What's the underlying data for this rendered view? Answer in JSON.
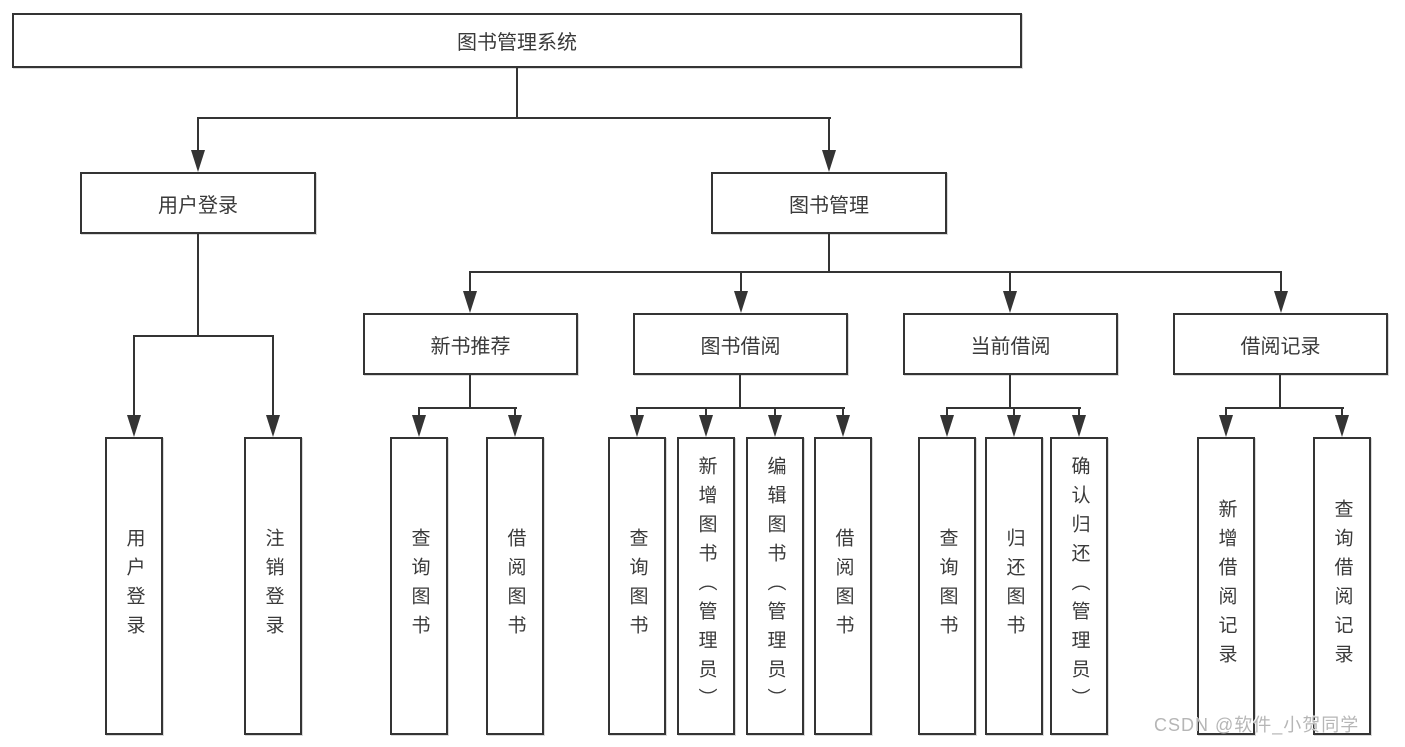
{
  "diagram": {
    "root": {
      "label": "图书管理系统"
    },
    "user_login": {
      "label": "用户登录",
      "children": [
        {
          "label": "用户登录"
        },
        {
          "label": "注销登录"
        }
      ]
    },
    "book_management": {
      "label": "图书管理",
      "sections": [
        {
          "label": "新书推荐",
          "children": [
            {
              "label": "查询图书"
            },
            {
              "label": "借阅图书"
            }
          ]
        },
        {
          "label": "图书借阅",
          "children": [
            {
              "label": "查询图书"
            },
            {
              "label": "新增图书（管理员）"
            },
            {
              "label": "编辑图书（管理员）"
            },
            {
              "label": "借阅图书"
            }
          ]
        },
        {
          "label": "当前借阅",
          "children": [
            {
              "label": "查询图书"
            },
            {
              "label": "归还图书"
            },
            {
              "label": "确认归还（管理员）"
            }
          ]
        },
        {
          "label": "借阅记录",
          "children": [
            {
              "label": "新增借阅记录"
            },
            {
              "label": "查询借阅记录"
            }
          ]
        }
      ]
    },
    "watermark": "CSDN @软件_小贺同学"
  }
}
